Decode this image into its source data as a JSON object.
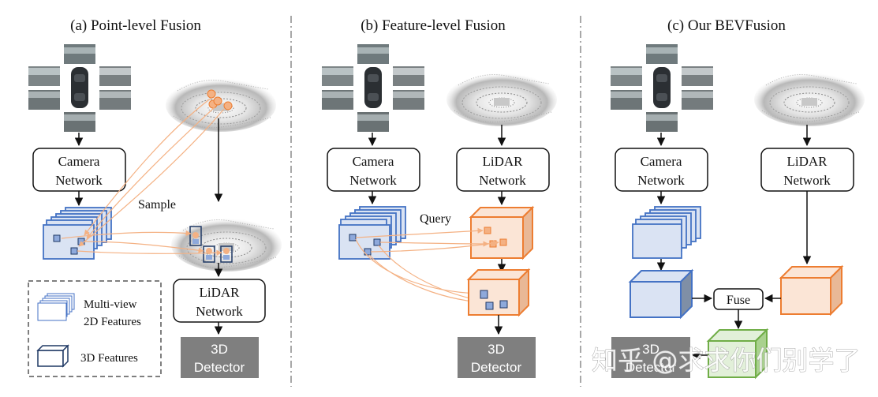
{
  "panels": [
    {
      "title": "(a) Point-level Fusion"
    },
    {
      "title": "(b) Feature-level Fusion"
    },
    {
      "title": "(c) Our BEVFusion"
    }
  ],
  "camera_network": {
    "line1": "Camera",
    "line2": "Network"
  },
  "lidar_network": {
    "line1": "LiDAR",
    "line2": "Network"
  },
  "detector": {
    "line1": "3D",
    "line2": "Detector"
  },
  "labels": {
    "sample": "Sample",
    "query": "Query",
    "fuse": "Fuse"
  },
  "legend": {
    "multiview_line1": "Multi-view",
    "multiview_line2": "2D Features",
    "features3d": "3D Features"
  },
  "watermark": "知乎 @求求你们别学了",
  "colors": {
    "blue_fill": "#dae3f3",
    "blue_stroke": "#4472c4",
    "orange_fill": "#fbe5d6",
    "orange_stroke": "#ed7d31",
    "green_fill": "#e2f0d9",
    "green_stroke": "#70ad47",
    "detector_fill": "#7f7f7f",
    "sample_dot": "#f4b183"
  }
}
